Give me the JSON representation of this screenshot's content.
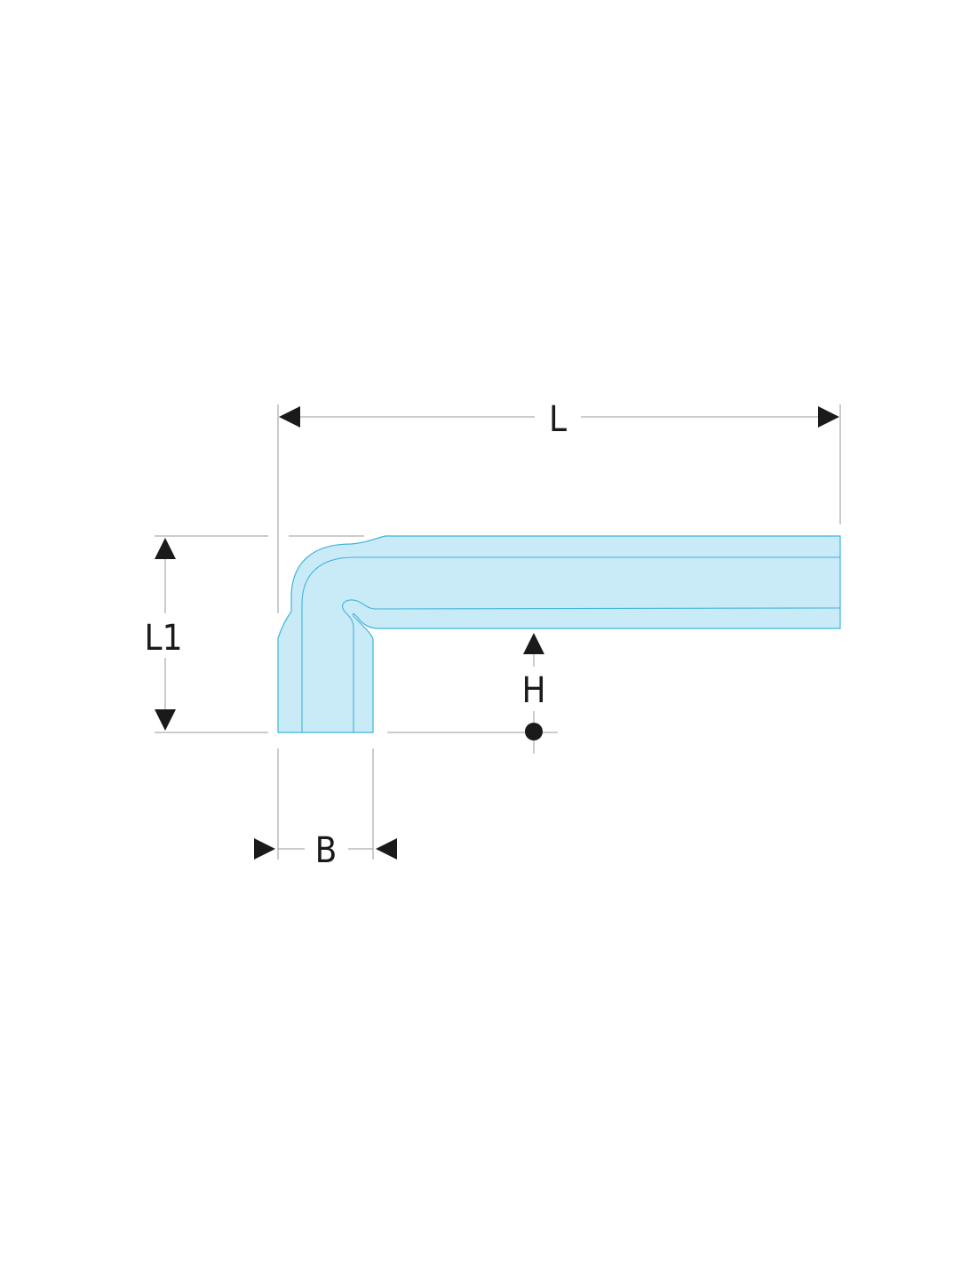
{
  "diagram": {
    "labels": {
      "L": "L",
      "L1": "L1",
      "H": "H",
      "B": "B"
    },
    "colors": {
      "fill": "#c9ebf8",
      "stroke": "#3fb3d9",
      "dimension": "#1a1a1a",
      "extension_lines": "#9a9a9a",
      "background": "#ffffff"
    }
  }
}
